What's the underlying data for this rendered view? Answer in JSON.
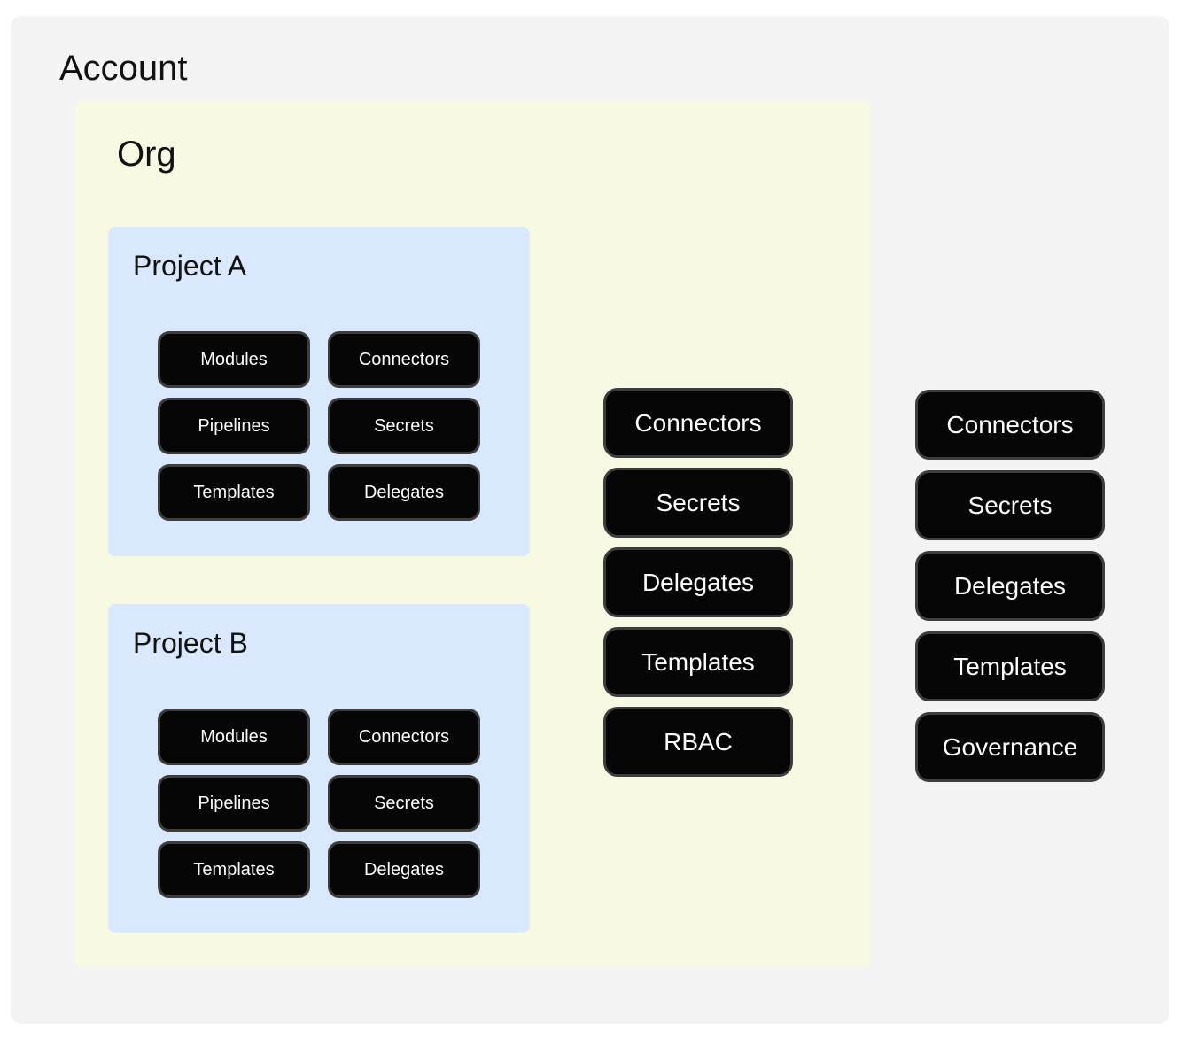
{
  "account": {
    "title": "Account",
    "buttons": [
      "Connectors",
      "Secrets",
      "Delegates",
      "Templates",
      "Governance"
    ],
    "org": {
      "title": "Org",
      "buttons": [
        "Connectors",
        "Secrets",
        "Delegates",
        "Templates",
        "RBAC"
      ],
      "projects": [
        {
          "title": "Project A",
          "buttons": [
            "Modules",
            "Connectors",
            "Pipelines",
            "Secrets",
            "Templates",
            "Delegates"
          ]
        },
        {
          "title": "Project B",
          "buttons": [
            "Modules",
            "Connectors",
            "Pipelines",
            "Secrets",
            "Templates",
            "Delegates"
          ]
        }
      ]
    }
  },
  "colors": {
    "page_bg": "#ffffff",
    "account_bg": "#f3f3f4",
    "org_bg": "#f8f9e2",
    "project_bg": "#d9e8fc",
    "node_bg": "#060606",
    "node_border": "#3d3d3d",
    "node_text": "#fcfcfc",
    "title_text": "#111111"
  }
}
